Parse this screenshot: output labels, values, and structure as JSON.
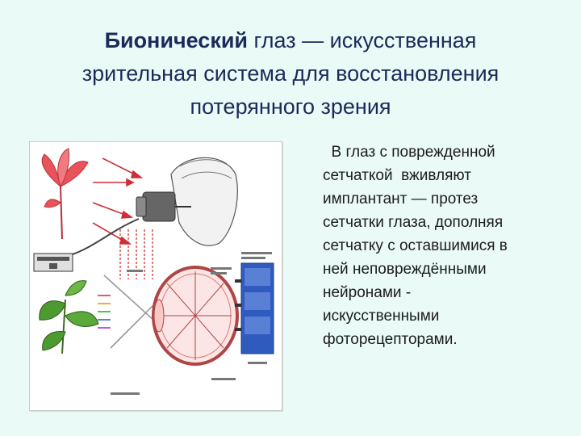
{
  "title": {
    "line1_bold": "Бионический",
    "line1_rest": " глаз — искусственная",
    "line2": "зрительная система для восстановления",
    "line3": "потерянного зрения"
  },
  "body_lines": [
    "  В глаз с поврежденной",
    "сетчаткой  вживляют",
    "имплантант — протез",
    "сетчатки глаза, дополняя",
    "сетчатку с оставшимися в",
    "ней неповреждёнными",
    "нейронами -",
    "искусственными",
    "фоторецепторами."
  ],
  "colors": {
    "background": "#eafaf6",
    "title": "#1c2a5a",
    "body_text": "#1c1c1c",
    "flower": "#d9363e",
    "leaf": "#3f8a2a",
    "retina_chip": "#2f5bbf"
  }
}
